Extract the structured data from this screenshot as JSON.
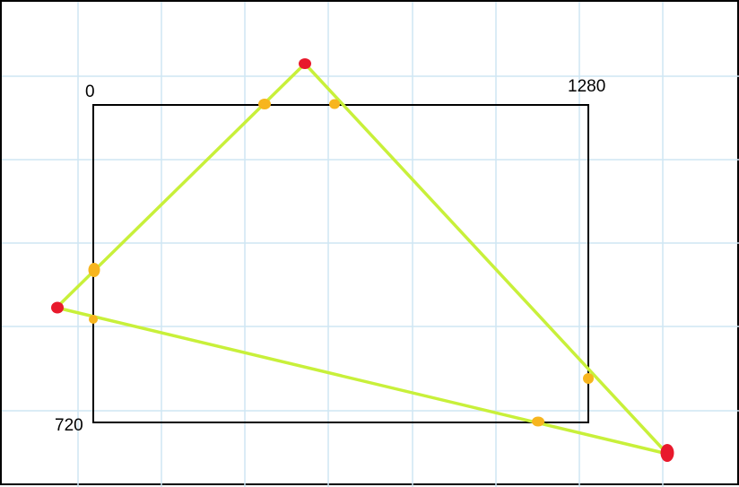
{
  "labels": {
    "top_left": "0",
    "top_right": "1280",
    "bottom_left": "720"
  },
  "colors": {
    "grid": "#cfe6f3",
    "frame": "#000000",
    "triangle": "#c8f03a",
    "vertex": "#e8192c",
    "intersection": "#f7b51e",
    "background": "#ffffff"
  }
}
